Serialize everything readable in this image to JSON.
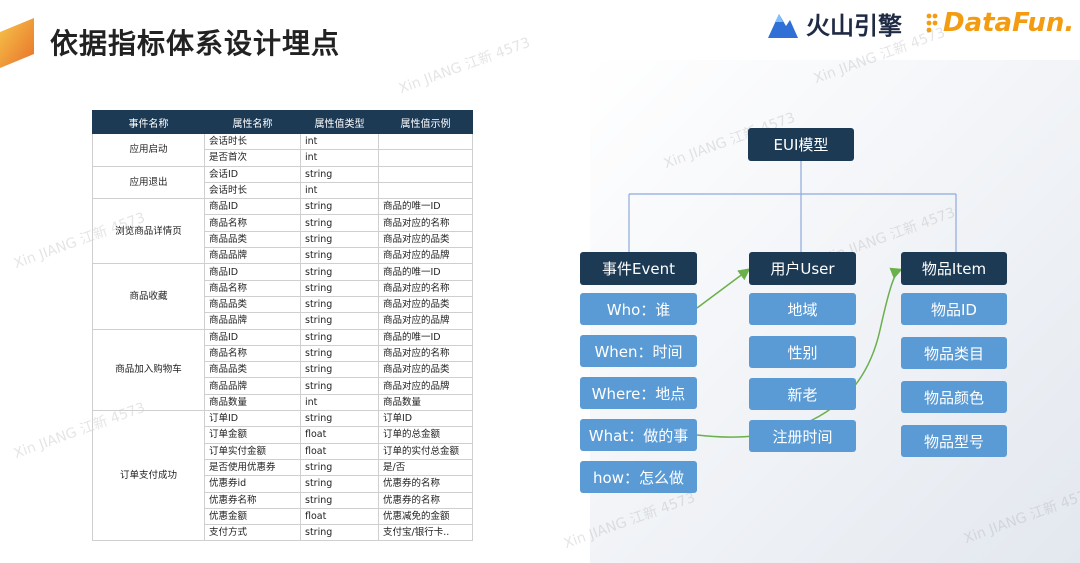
{
  "slide": {
    "title": "依据指标体系设计埋点",
    "logos": {
      "huoshan": "火山引擎",
      "datafun": "DataFun."
    },
    "watermark": "Xin JIANG 江新 4573"
  },
  "table": {
    "headers": [
      "事件名称",
      "属性名称",
      "属性值类型",
      "属性值示例"
    ],
    "groups": [
      {
        "event": "应用启动",
        "rows": [
          [
            "会话时长",
            "int",
            ""
          ],
          [
            "是否首次",
            "int",
            ""
          ]
        ]
      },
      {
        "event": "应用退出",
        "rows": [
          [
            "会话ID",
            "string",
            ""
          ],
          [
            "会话时长",
            "int",
            ""
          ]
        ]
      },
      {
        "event": "浏览商品详情页",
        "rows": [
          [
            "商品ID",
            "string",
            "商品的唯一ID"
          ],
          [
            "商品名称",
            "string",
            "商品对应的名称"
          ],
          [
            "商品品类",
            "string",
            "商品对应的品类"
          ],
          [
            "商品品牌",
            "string",
            "商品对应的品牌"
          ]
        ]
      },
      {
        "event": "商品收藏",
        "rows": [
          [
            "商品ID",
            "string",
            "商品的唯一ID"
          ],
          [
            "商品名称",
            "string",
            "商品对应的名称"
          ],
          [
            "商品品类",
            "string",
            "商品对应的品类"
          ],
          [
            "商品品牌",
            "string",
            "商品对应的品牌"
          ]
        ]
      },
      {
        "event": "商品加入购物车",
        "rows": [
          [
            "商品ID",
            "string",
            "商品的唯一ID"
          ],
          [
            "商品名称",
            "string",
            "商品对应的名称"
          ],
          [
            "商品品类",
            "string",
            "商品对应的品类"
          ],
          [
            "商品品牌",
            "string",
            "商品对应的品牌"
          ],
          [
            "商品数量",
            "int",
            "商品数量"
          ]
        ]
      },
      {
        "event": "订单支付成功",
        "rows": [
          [
            "订单ID",
            "string",
            "订单ID"
          ],
          [
            "订单金额",
            "float",
            "订单的总金额"
          ],
          [
            "订单实付金额",
            "float",
            "订单的实付总金额"
          ],
          [
            "是否使用优惠券",
            "string",
            "是/否"
          ],
          [
            "优惠券id",
            "string",
            "优惠券的名称"
          ],
          [
            "优惠券名称",
            "string",
            "优惠券的名称"
          ],
          [
            "优惠金额",
            "float",
            "优惠减免的金额"
          ],
          [
            "支付方式",
            "string",
            "支付宝/银行卡.."
          ]
        ]
      }
    ]
  },
  "diagram": {
    "root": "EUI模型",
    "columns": [
      {
        "id": "event",
        "header": "事件Event",
        "items": [
          "Who：谁",
          "When：时间",
          "Where：地点",
          "What：做的事",
          "how：怎么做"
        ]
      },
      {
        "id": "user",
        "header": "用户User",
        "items": [
          "地域",
          "性别",
          "新老",
          "注册时间"
        ]
      },
      {
        "id": "item",
        "header": "物品Item",
        "items": [
          "物品ID",
          "物品类目",
          "物品颜色",
          "物品型号"
        ]
      }
    ],
    "colors": {
      "dark": "#1d3a55",
      "blue": "#5b9bd5",
      "arrow": "#6ab04c",
      "connector": "#8eaadb"
    }
  }
}
